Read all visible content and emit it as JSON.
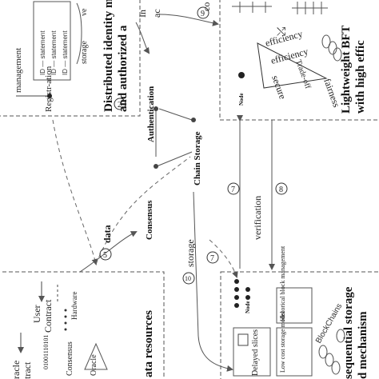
{
  "panels": {
    "identity": {
      "title_line1": "Distributed identity m",
      "title_line2": "and authorized a",
      "number": "2",
      "management": "management",
      "registration": "Registr-ation",
      "id_statement": "ID — statement",
      "storage": "storage",
      "ve": "ve"
    },
    "bft": {
      "title_line1": "Lightweight BFT",
      "title_line2": "with high effic",
      "efficiency_top": "efficiency",
      "efficiency": "efficiency",
      "tradeoff": "Trade-off",
      "secure": "secure",
      "fairness": "fairness",
      "node": "Node"
    },
    "data_resources": {
      "title": "ata resources",
      "user": "User",
      "contract_right": "Contract",
      "hardware": "Hardware",
      "oracle": "Oracle",
      "consensus": "Consensus",
      "binary": "01001110101",
      "racle": "racle",
      "tract": "tract"
    },
    "storage_panel": {
      "title_line1": "sequential storage",
      "title_line2": "d mechanism",
      "node": "Node",
      "delayed_slices": "Delayed slices",
      "historical": "Historical block management",
      "low_cost": "Low cost storage model",
      "blockchains": "BlockChains"
    }
  },
  "center": {
    "authentication": "Authentication",
    "consensus": "Consensus",
    "chain_storage": "Chain Storage"
  },
  "arrows": {
    "in": "In",
    "ac": "ac",
    "co": "co",
    "n9": "9",
    "data": "data",
    "n5": "5",
    "storage": "storage",
    "n10": "10",
    "n7a": "7",
    "n7b": "7",
    "verification": "verification",
    "n8": "8"
  }
}
